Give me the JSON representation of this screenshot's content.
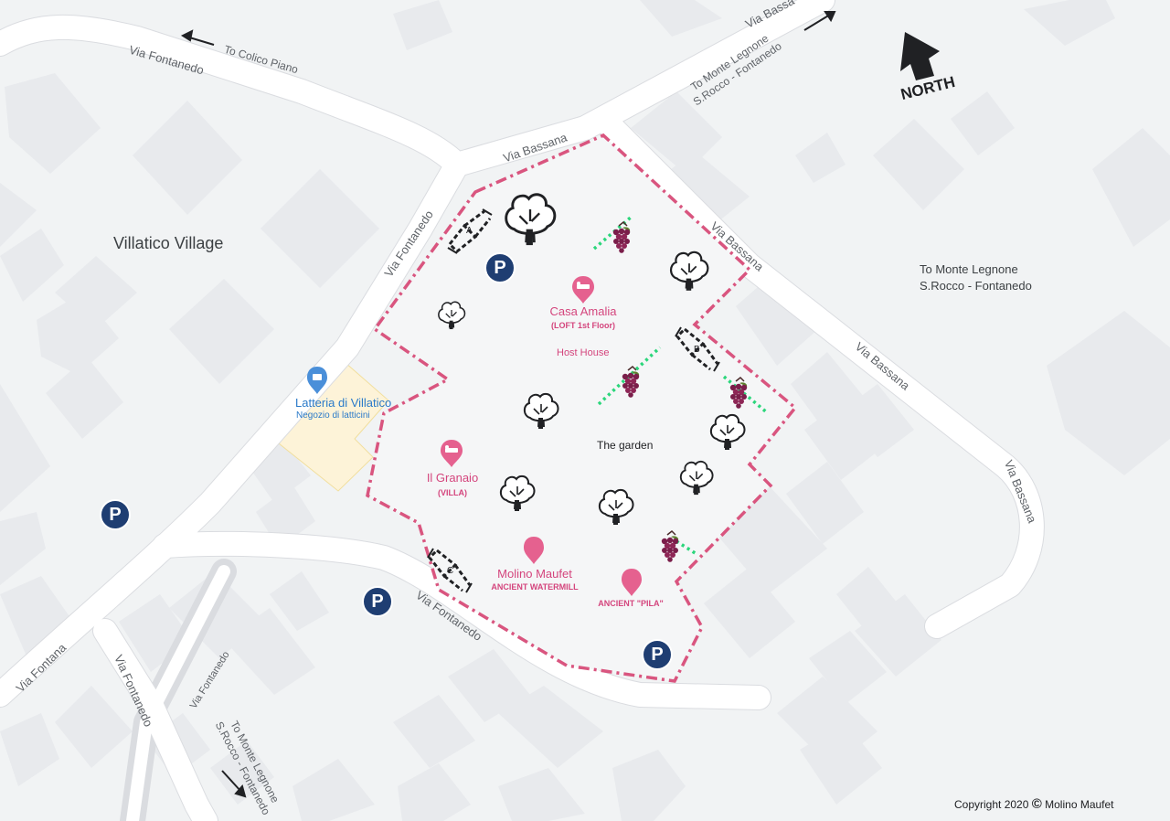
{
  "roads": {
    "via_fontanedo": "Via Fontanedo",
    "via_bassana": "Via Bassana",
    "via_fontana": "Via Fontana",
    "via_bassa_partial": "Via Bassa"
  },
  "directions": {
    "colico_piano": "To Colico Piano",
    "monte_legnone_line1": "To Monte Legnone",
    "monte_legnone_line2": "S.Rocco - Fontanedo",
    "right_line1": "To Monte Legnone",
    "right_line2": "S.Rocco - Fontanedo",
    "bottom_line1": "To Monte Legnone",
    "bottom_line2": "S.Rocco - Fontanedo"
  },
  "compass": {
    "label": "NORTH"
  },
  "places": {
    "village": "Villatico Village",
    "casa_amalia_title": "Casa Amalia",
    "casa_amalia_sub": "(LOFT 1st Floor)",
    "host_house": "Host House",
    "latteria_title": "Latteria di Villatico",
    "latteria_sub": "Negozio di latticini",
    "garden": "The garden",
    "granaio_title": "Il Granaio",
    "granaio_sub": "(VILLA)",
    "molino_title": "Molino Maufet",
    "molino_sub": "ANCIENT WATERMILL",
    "pila": "ANCIENT \"PILA\""
  },
  "gates": {
    "a": "A",
    "b": "B",
    "c": "C"
  },
  "parking": {
    "symbol": "P"
  },
  "copyright": {
    "text": "Copyright 2020",
    "symbol": "©",
    "owner": "Molino Maufet"
  },
  "colors": {
    "background": "#f1f3f4",
    "road": "#ffffff",
    "road_edge": "#dadce0",
    "building": "#e8eaed",
    "boundary": "#d9557f",
    "pin_pink": "#e5618f",
    "parking": "#1f3e72",
    "grape": "#7a1e4a",
    "vine_dots": "#2bd67b",
    "yellow_lot": "#fdf3d8",
    "blue_pin": "#4a8fd9"
  },
  "icons": {
    "tree": "tree-icon",
    "grapes": "grapes-icon",
    "parking": "parking-icon",
    "pin": "map-pin-icon",
    "bed": "bed-icon",
    "shop": "shop-pin-icon",
    "gate": "gate-icon",
    "arrow": "arrow-icon",
    "north": "north-arrow-icon"
  }
}
